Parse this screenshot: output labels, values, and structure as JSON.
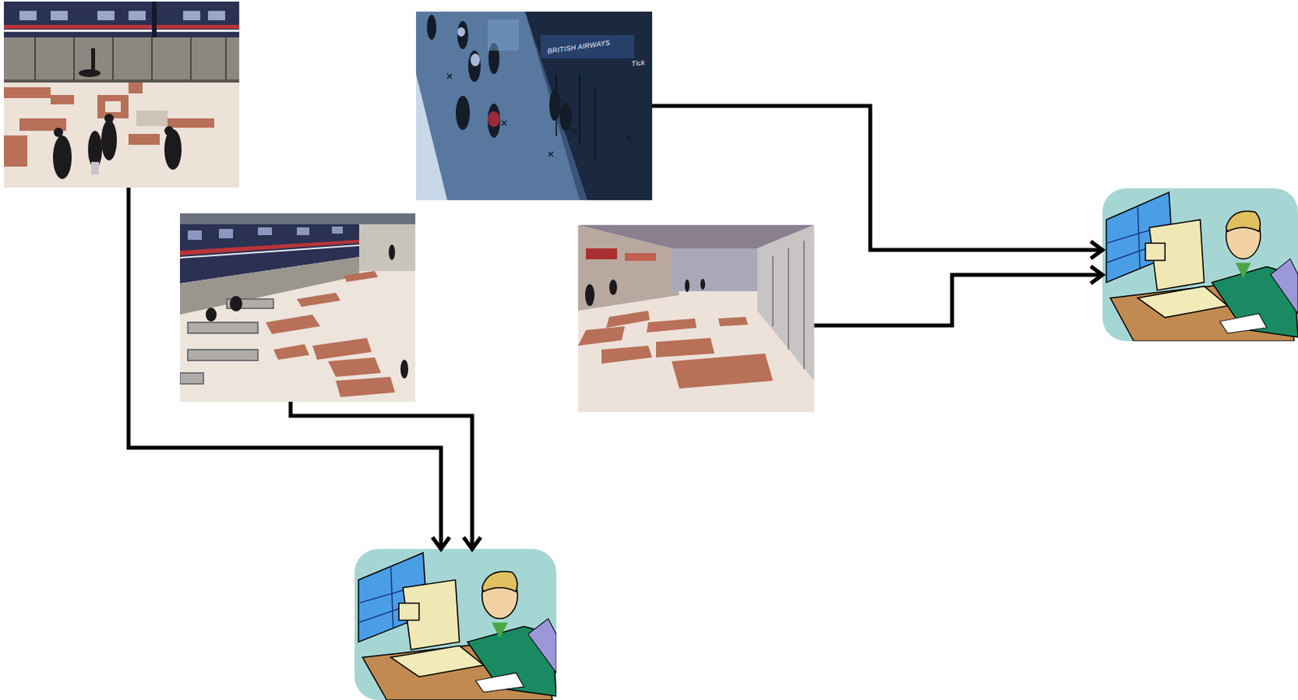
{
  "diagram": {
    "nodes": [
      {
        "text": []
      },
      {
        "text": [
          "BRITISH AIRWAYS",
          "Tick"
        ]
      },
      {
        "text": []
      },
      {
        "text": []
      },
      {
        "text": []
      },
      {
        "text": []
      }
    ],
    "edges": [
      {
        "from": 0,
        "to": 4,
        "arrow": "to"
      },
      {
        "from": 2,
        "to": 4,
        "arrow": "to"
      },
      {
        "from": 1,
        "to": 5,
        "arrow": "to"
      },
      {
        "from": 3,
        "to": 5,
        "arrow": "to"
      }
    ]
  }
}
